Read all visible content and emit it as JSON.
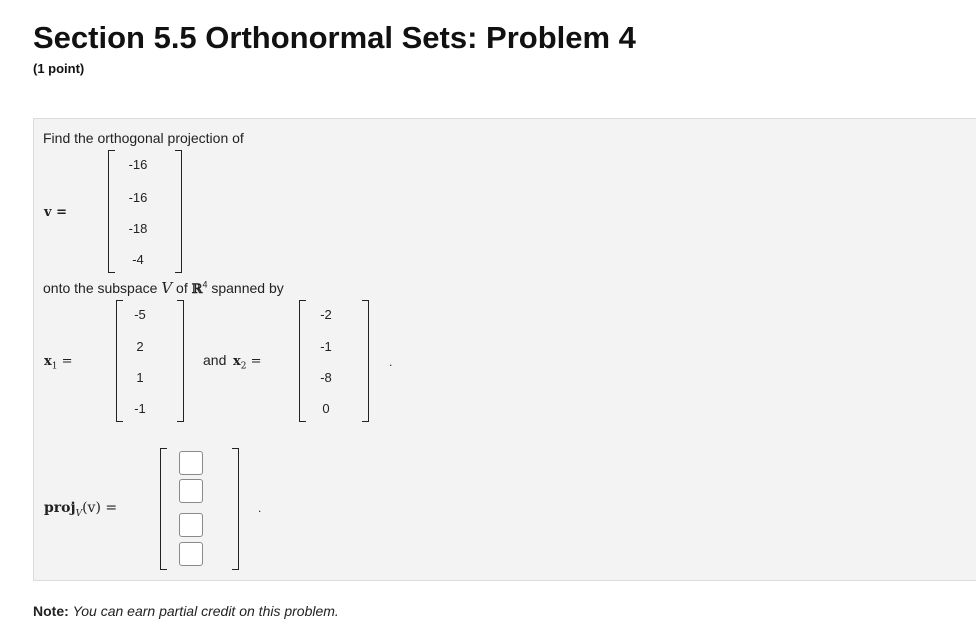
{
  "title": "Section 5.5 Orthonormal Sets: Problem 4",
  "points": "(1 point)",
  "problem": {
    "intro": "Find the orthogonal projection of",
    "v_label": "v =",
    "v": [
      "-16",
      "-16",
      "-18",
      "-4"
    ],
    "onto_prefix": "onto the subspace",
    "onto_V": "V",
    "onto_of": "of",
    "onto_R": "ℝ",
    "onto_R_exp": "4",
    "onto_suffix": "spanned by",
    "x1_label": "x",
    "x1_sub": "1",
    "x1": [
      "-5",
      "2",
      "1",
      "-1"
    ],
    "and_text": "and",
    "x2_label": "x",
    "x2_sub": "2",
    "x2": [
      "-2",
      "-1",
      "-8",
      "0"
    ],
    "eq": "=",
    "period": ".",
    "proj_label": "proj",
    "proj_sub": "V",
    "proj_arg": "(v) ="
  },
  "note": {
    "label": "Note:",
    "text": "You can earn partial credit on this problem."
  }
}
